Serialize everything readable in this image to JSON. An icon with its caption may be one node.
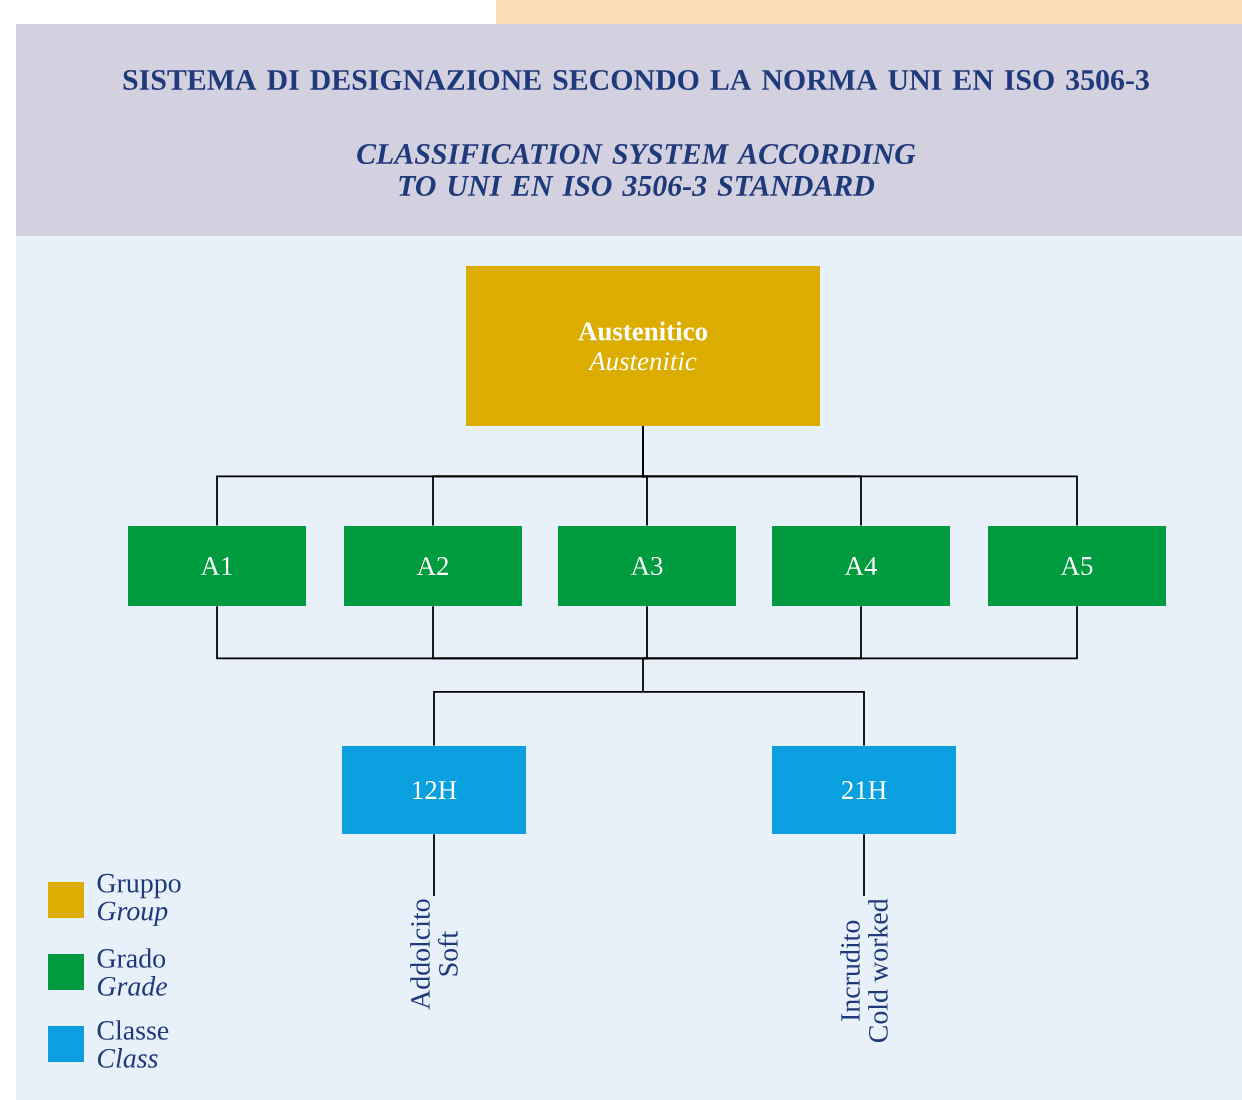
{
  "diagram": {
    "title": "SISTEMA DI DESIGNAZIONE SECONDO LA NORMA UNI EN ISO 3506-3",
    "nodes": [
      {
        "text": [
          "Austenitico",
          "Austenitic"
        ]
      },
      {
        "text": [
          "A1"
        ]
      },
      {
        "text": [
          "A2"
        ]
      },
      {
        "text": [
          "A3"
        ]
      },
      {
        "text": [
          "A4"
        ]
      },
      {
        "text": [
          "A5"
        ]
      },
      {
        "text": [
          "12H"
        ]
      },
      {
        "text": [
          "21H"
        ]
      },
      {
        "text": [
          "Addolcito",
          "Soft"
        ]
      },
      {
        "text": [
          "Incrudito",
          "Cold worked"
        ]
      }
    ],
    "edges": [
      {
        "from": 0,
        "to": 1,
        "arrow": "none"
      },
      {
        "from": 0,
        "to": 2,
        "arrow": "none"
      },
      {
        "from": 0,
        "to": 3,
        "arrow": "none"
      },
      {
        "from": 0,
        "to": 4,
        "arrow": "none"
      },
      {
        "from": 0,
        "to": 5,
        "arrow": "none"
      },
      {
        "from": 1,
        "to": 6,
        "arrow": "none"
      },
      {
        "from": 2,
        "to": 6,
        "arrow": "none"
      },
      {
        "from": 3,
        "to": 6,
        "arrow": "none"
      },
      {
        "from": 4,
        "to": 6,
        "arrow": "none"
      },
      {
        "from": 5,
        "to": 6,
        "arrow": "none"
      },
      {
        "from": 1,
        "to": 7,
        "arrow": "none"
      },
      {
        "from": 2,
        "to": 7,
        "arrow": "none"
      },
      {
        "from": 3,
        "to": 7,
        "arrow": "none"
      },
      {
        "from": 4,
        "to": 7,
        "arrow": "none"
      },
      {
        "from": 5,
        "to": 7,
        "arrow": "none"
      },
      {
        "from": 6,
        "to": 8,
        "arrow": "none"
      },
      {
        "from": 7,
        "to": 9,
        "arrow": "none"
      }
    ],
    "labels": [
      "CLASSIFICATION SYSTEM ACCORDING TO UNI EN ISO 3506-3 STANDARD"
    ],
    "legend": [
      {
        "text": "Gruppo *Group*",
        "color": "#dbad00"
      },
      {
        "text": "Grado *Grade*",
        "color": "#009b3e"
      },
      {
        "text": "Classe *Class*",
        "color": "#0aa0e0"
      }
    ]
  }
}
